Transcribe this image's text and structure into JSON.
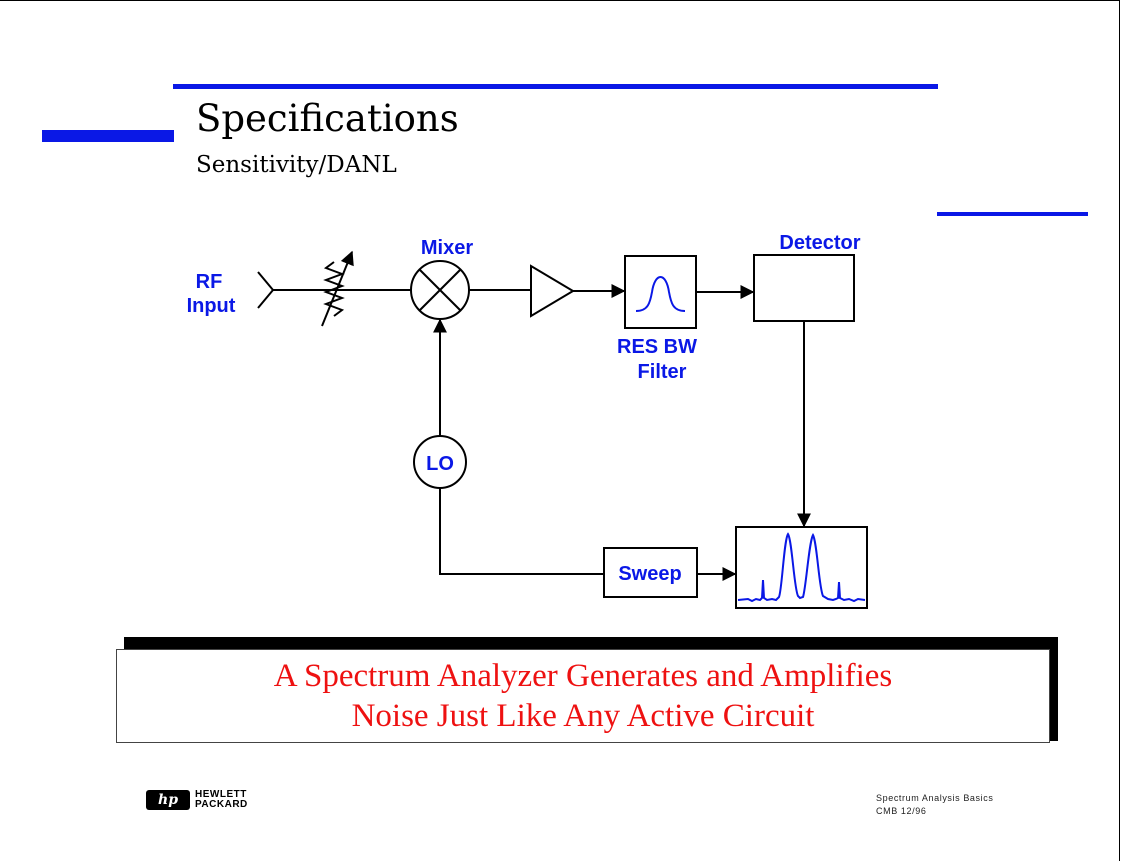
{
  "header": {
    "title": "Specifications",
    "subtitle": "Sensitivity/DANL"
  },
  "diagram": {
    "labels": {
      "rf_input_line1": "RF",
      "rf_input_line2": "Input",
      "mixer": "Mixer",
      "res_bw_line1": "RES BW",
      "res_bw_line2": "Filter",
      "detector": "Detector",
      "lo": "LO",
      "sweep": "Sweep"
    },
    "colors": {
      "label": "#0a18e6",
      "trace": "#0a18e6",
      "line": "#000000"
    }
  },
  "banner": {
    "line1": "A Spectrum Analyzer Generates and Amplifies",
    "line2": "Noise Just Like Any Active Circuit",
    "text_color": "#ee1111"
  },
  "footer": {
    "logo_mark": "hp",
    "logo_line1": "HEWLETT",
    "logo_line2": "PACKARD",
    "course": "Spectrum Analysis Basics",
    "code": "CMB  12/96"
  },
  "accent_color": "#0a18e6"
}
